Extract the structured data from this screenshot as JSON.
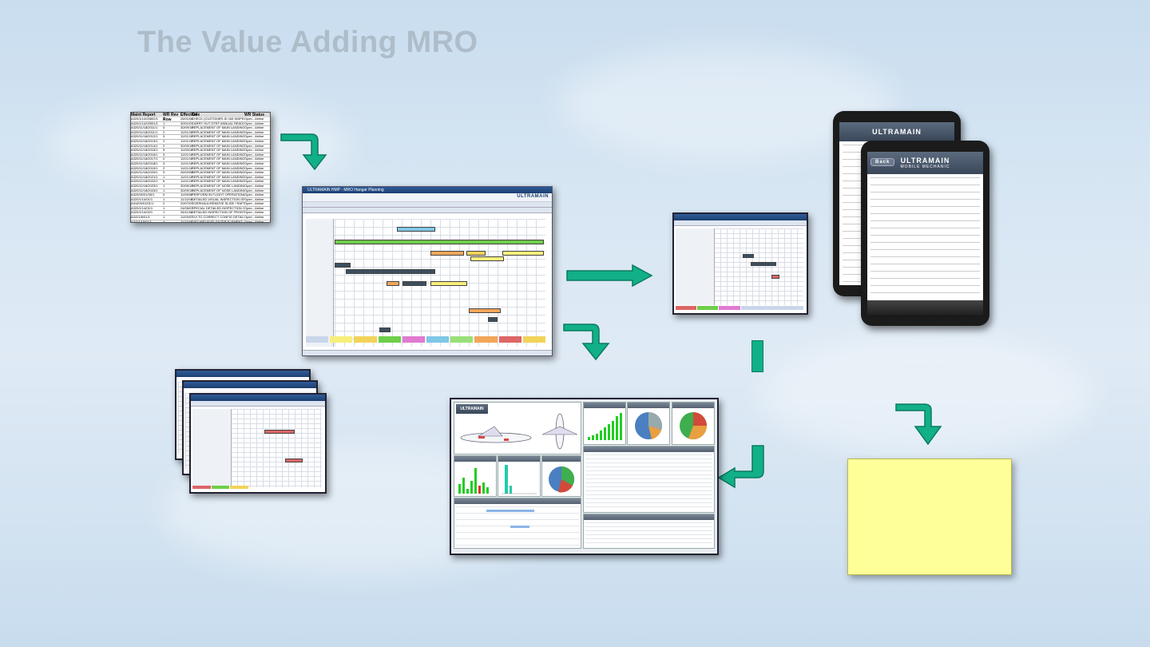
{
  "slide": {
    "title": "The Value Adding MRO"
  },
  "spreadsheet": {
    "headers": [
      "Maint Report",
      "WR Row",
      "Rev",
      "Effective",
      "Title",
      "WR Status"
    ],
    "rows": [
      [
        "A320/1/14/00802/1",
        "1",
        "",
        "26/01/08",
        "CHECK (CUSTOMER-ID 165 INSPECT)",
        "Open - Airline"
      ],
      [
        "A320/1/14/02501/1",
        "1",
        "",
        "30/01/07",
        "CARRY OUT DTEF ANNUAL READOUT",
        "Open - Airline"
      ],
      [
        "A320/11/18/2011/1",
        "3",
        "",
        "30/09/10",
        "REPLACEMENT OF MAIN LANDING GE",
        "Open - Airline"
      ],
      [
        "A320/11/18/2011/1",
        "2",
        "",
        "11/01/10",
        "REPLACEMENT OF MAIN LANDING GE",
        "Open - Airline"
      ],
      [
        "A320/11/18/2012/1",
        "3",
        "",
        "11/01/10",
        "REPLACEMENT OF MAIN LANDING GE",
        "Open - Airline"
      ],
      [
        "A320/11/18/2013/1",
        "2",
        "",
        "11/01/10",
        "REPLACEMENT OF MAIN LANDING GE",
        "Open - Airline"
      ],
      [
        "A320/11/18/2014/1",
        "2",
        "",
        "30/09/10",
        "REPLACEMENT OF MAIN LANDING GE",
        "Open - Airline"
      ],
      [
        "A320/11/18/2015/1",
        "5",
        "",
        "11/09/10",
        "REPLACEMENT OF MAIN LANDING GE",
        "Open - Airline"
      ],
      [
        "A320/11/18/2016/1",
        "3",
        "",
        "11/01/10",
        "REPLACEMENT OF MAIN LANDING GE",
        "Open - Airline"
      ],
      [
        "A320/11/18/2017/1",
        "2",
        "",
        "11/01/10",
        "REPLACEMENT OF MAIN LANDING GE",
        "Open - Airline"
      ],
      [
        "A320/11/18/2018/1",
        "3",
        "",
        "11/01/10",
        "REPLACEMENT OF MAIN LANDING GE",
        "Open - Airline"
      ],
      [
        "A320/11/18/2019/1",
        "2",
        "",
        "11/01/10",
        "REPLACEMENT OF MAIN LANDING GE",
        "Open - Airline"
      ],
      [
        "A320/11/18/2020/1",
        "3",
        "",
        "26/02/08",
        "REPLACEMENT OF MAIN LANDING GE",
        "Open - Airline"
      ],
      [
        "A320/11/18/2021/1",
        "1",
        "",
        "11/01/10",
        "REPLACEMENT OF MAIN LANDING GE",
        "Open - Airline"
      ],
      [
        "A320/11/18/2022/1",
        "6",
        "",
        "11/01/10",
        "REPLACEMENT OF MAIN LANDING GE",
        "Open - Airline"
      ],
      [
        "A320/11/18/2023/1",
        "1",
        "",
        "30/09/10",
        "REPLACEMENT OF NOSE LANDING GE",
        "Open - Airline"
      ],
      [
        "A320/11/18/2024/1",
        "1",
        "",
        "30/09/10",
        "REPLACEMENT OF NOSE LANDING GE",
        "Open - Airline"
      ],
      [
        "A320/00/01/00/1",
        "0",
        "",
        "11/09/08",
        "PERFORM IN FLIGHT OPERATIONAL",
        "Open - Airline"
      ],
      [
        "A320/1/14/01/1",
        "1",
        "",
        "11/11/08",
        "DETAILED VISUAL INSPECTION OF",
        "Open - Airline"
      ],
      [
        "A3/4/00/01/01/1",
        "2",
        "",
        "20/07/07",
        "OVERHAUL/REMOVE SLIDE / RAFT",
        "Open - Airline"
      ],
      [
        "A320/1/14/01/1",
        "1",
        "",
        "24/05/07",
        "SPECIAL DETAILED INSPECTION OF",
        "Open - Airline"
      ],
      [
        "A320/1/14/02/1",
        "1",
        "",
        "26/11/08",
        "DETAILED INSPECTION OF FRONT SP",
        "Open - Airline"
      ],
      [
        "A3/2/1/8/01/1",
        "1",
        "",
        "11/03/07",
        "GVI TO CORRECT CONFIG DETAILS",
        "Open - Airline"
      ],
      [
        "A3/2/1/18/01/1",
        "4",
        "",
        "11/11/09",
        "DISCARD FUEL FILTER ELEMENT",
        "Open - Airline"
      ],
      [
        "A3/4/18/00/19/1",
        "2",
        "",
        "20/07/07",
        "OVERHAUL/REMOVE SLIDE / RAFT",
        "Open - Airline"
      ],
      [
        "A3/4/18/00/19/1",
        "2",
        "",
        "20/07/07",
        "OVERHAUL/REMOVE SLIDE / RAFT",
        "Open - Airline"
      ],
      [
        "A3/4/18/00/19/1",
        "2",
        "",
        "20/07/07",
        "OVERHAUL/REMOVE SLIDE / RAFT",
        "Open - Airline"
      ],
      [
        "A3/4/18/00/19/1",
        "3",
        "",
        "20/07/07",
        "OVERHAUL/REMOVE SLIDE / RAFT",
        "Open - Airline"
      ]
    ]
  },
  "planning_app": {
    "window_title": "ULTRAMAIN HMP - MRO Hangar Planning",
    "brand": "ULTRAMAIN"
  },
  "mobile_app": {
    "brand": "ULTRAMAIN",
    "subtitle": "MOBILE MECHANIC",
    "back_label": "Back"
  },
  "dashboard": {
    "brand": "ULTRAMAIN"
  },
  "colors": {
    "arrow": "#11b088",
    "arrow_dark": "#0b7a5e",
    "note": "#ffff99"
  }
}
